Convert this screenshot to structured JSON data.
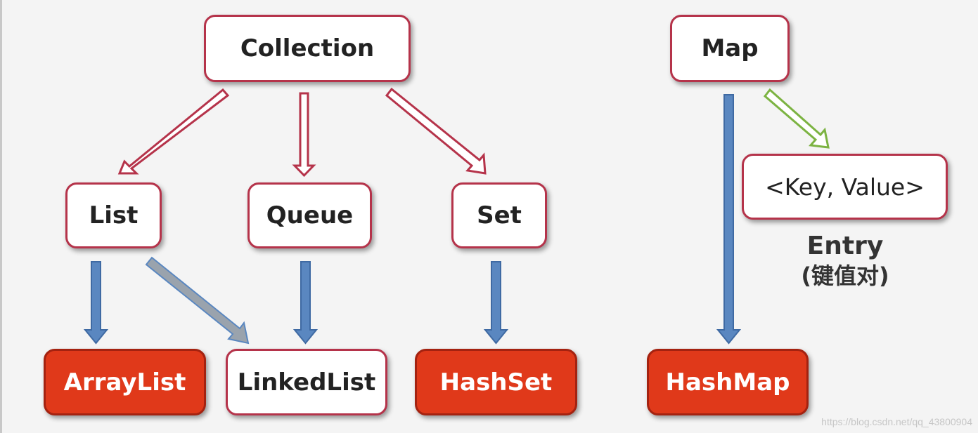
{
  "nodes": {
    "collection": "Collection",
    "list": "List",
    "queue": "Queue",
    "set": "Set",
    "arraylist": "ArrayList",
    "linkedlist": "LinkedList",
    "hashset": "HashSet",
    "map": "Map",
    "entry_pair": "<Key, Value>",
    "hashmap": "HashMap"
  },
  "entry_note": {
    "title": "Entry",
    "subtitle": "(键值对)"
  },
  "watermark": "https://blog.csdn.net/qq_43800904",
  "colors": {
    "interface_border": "#b5334a",
    "impl_fill": "#e0391a",
    "inherit_arrow": "#b5334a",
    "impl_arrow": "#5a87c0",
    "impl_arrow_gray": "#9aa3ad",
    "entry_arrow": "#7cb342"
  }
}
